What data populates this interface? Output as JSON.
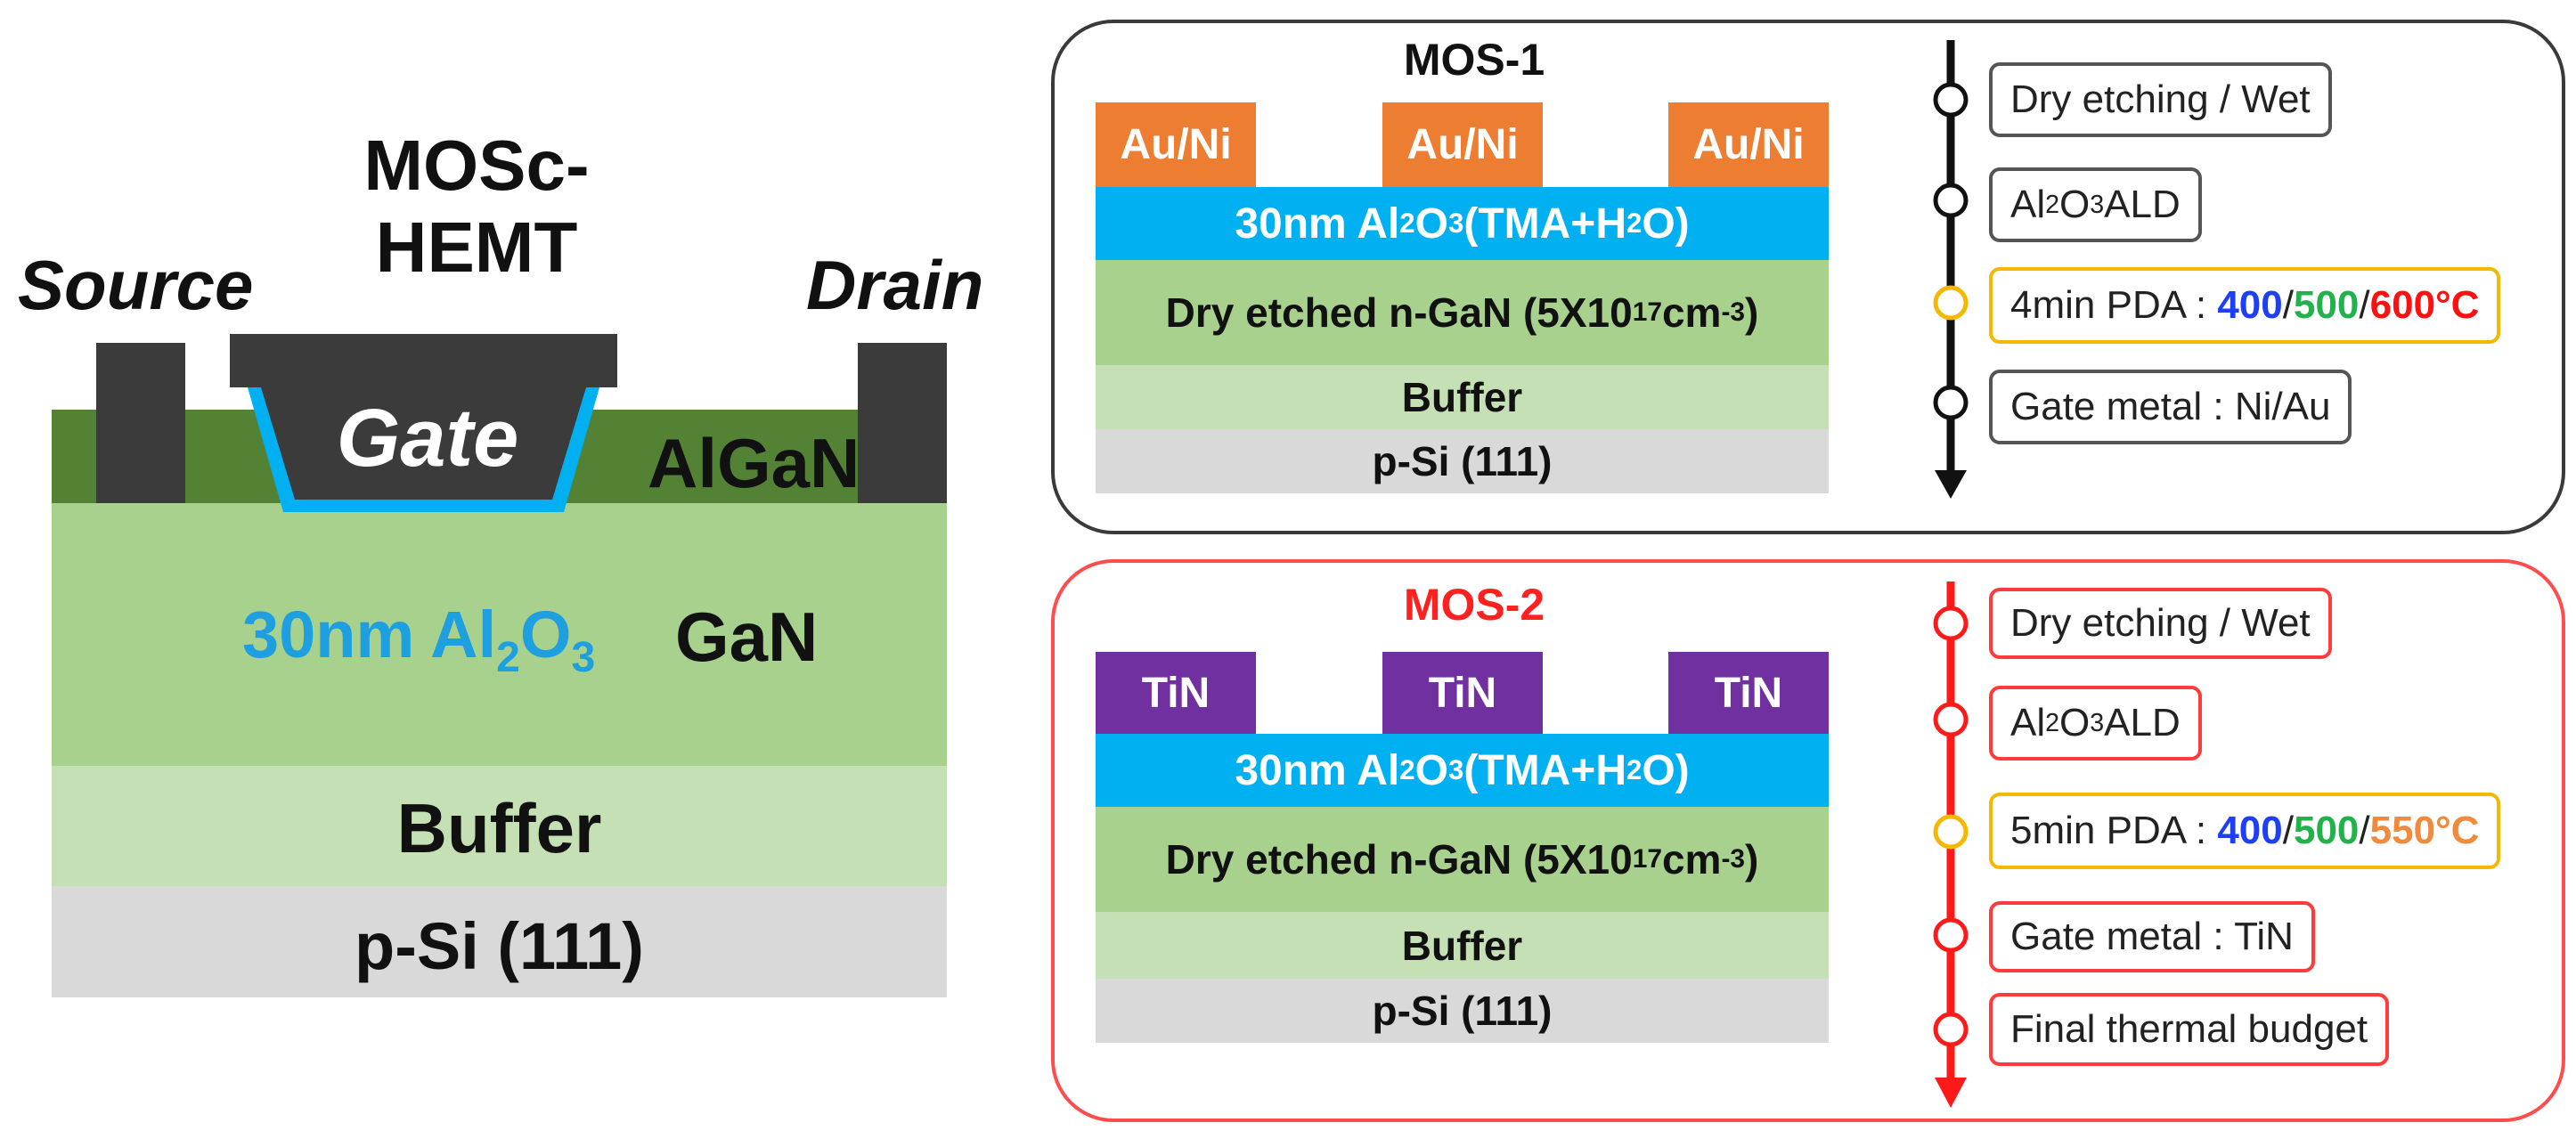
{
  "hemt": {
    "title": "MOSc-HEMT",
    "source": "Source",
    "drain": "Drain",
    "gate": "Gate",
    "algan": "AlGaN",
    "gan": "GaN",
    "oxide_prefix": "30nm Al",
    "oxide_sub1": "2",
    "oxide_mid": "O",
    "oxide_sub2": "3",
    "buffer": "Buffer",
    "substrate": "p-Si (111)"
  },
  "mos1": {
    "title": "MOS-1",
    "metal": [
      "Au/Ni",
      "Au/Ni",
      "Au/Ni"
    ],
    "oxide_parts": [
      "30nm Al",
      "2",
      "O",
      "3",
      " (TMA+H",
      "2",
      "O)"
    ],
    "ngan_prefix": "Dry etched n-GaN (5",
    "ngan_x": "X",
    "ngan_mid": "10",
    "ngan_sup1": "17",
    "ngan_mid2": " cm",
    "ngan_sup2": "-3",
    "ngan_suffix": ")",
    "buffer": "Buffer",
    "substrate": "p-Si (111)",
    "steps": {
      "s1": "Dry etching / Wet",
      "s2_prefix": "Al",
      "s2_sub1": "2",
      "s2_mid": "O",
      "s2_sub2": "3",
      "s2_suffix": " ALD",
      "s3_prefix": "4min PDA : ",
      "s3_t1": "400",
      "s3_sep1": "/",
      "s3_t2": "500",
      "s3_sep2": "/",
      "s3_t3": "600°C",
      "s4": "Gate metal : Ni/Au"
    }
  },
  "mos2": {
    "title": "MOS-2",
    "metal": [
      "TiN",
      "TiN",
      "TiN"
    ],
    "oxide_parts": [
      "30nm Al",
      "2",
      "O",
      "3",
      " (TMA+H",
      "2",
      "O)"
    ],
    "ngan_prefix": "Dry etched n-GaN (5",
    "ngan_x": "X",
    "ngan_mid": "10",
    "ngan_sup1": "17",
    "ngan_mid2": " cm",
    "ngan_sup2": "-3",
    "ngan_suffix": ")",
    "buffer": "Buffer",
    "substrate": "p-Si (111)",
    "steps": {
      "s1": "Dry etching / Wet",
      "s2_prefix": "Al",
      "s2_sub1": "2",
      "s2_mid": "O",
      "s2_sub2": "3",
      "s2_suffix": " ALD",
      "s3_prefix": "5min PDA : ",
      "s3_t1": "400",
      "s3_sep1": "/",
      "s3_t2": "500",
      "s3_sep2": "/",
      "s3_t3": "550°C",
      "s4": "Gate metal : TiN",
      "s5": "Final thermal budget"
    }
  },
  "colors": {
    "gold_metal": "#ed7d31",
    "tin_metal": "#7030a0",
    "oxide": "#00b0f0",
    "temp_400": "#1f3ff5",
    "temp_500": "#22b24c",
    "temp_600": "#ff1010",
    "temp_550": "#f08a3c",
    "red_line": "#ff1a1a",
    "marker_yellow": "#f5b800"
  }
}
